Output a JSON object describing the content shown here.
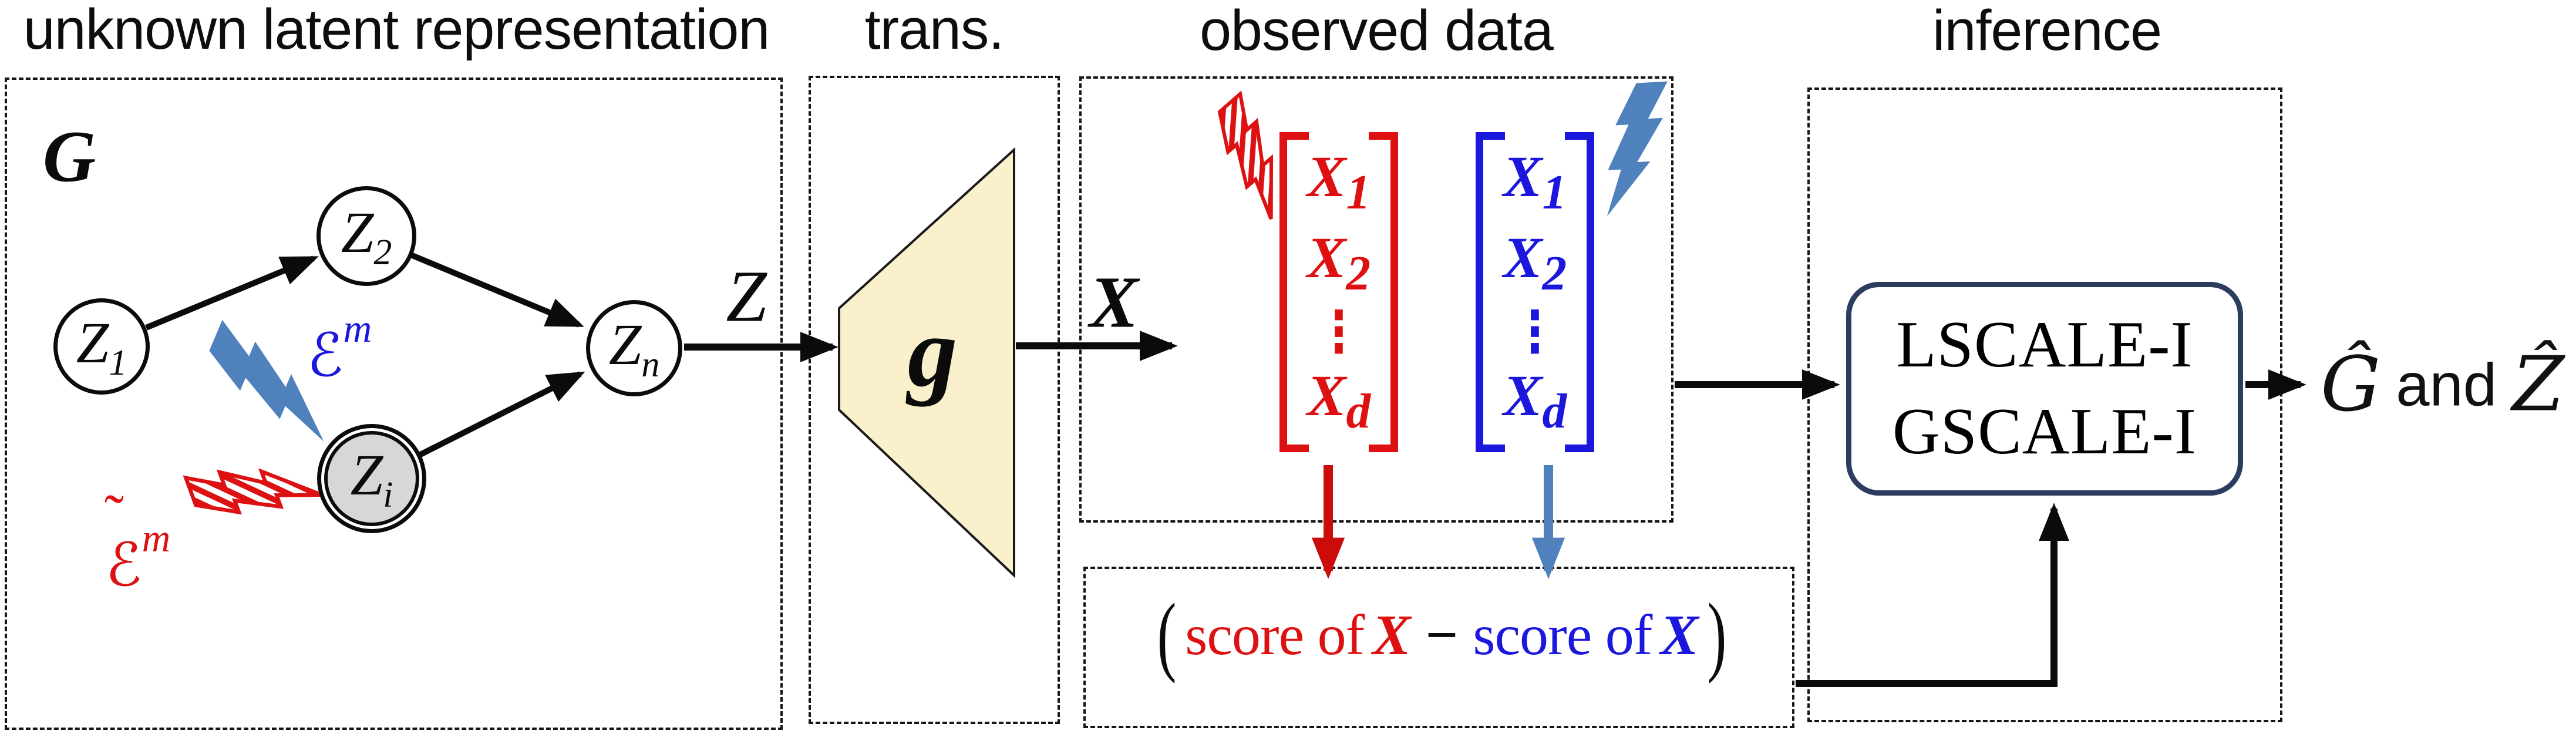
{
  "titles": {
    "latent": "unknown latent representation",
    "trans": "trans.",
    "observed": "observed data",
    "inference": "inference"
  },
  "latent": {
    "graph_label": "G",
    "nodes": [
      {
        "base": "Z",
        "sub": "1"
      },
      {
        "base": "Z",
        "sub": "2"
      },
      {
        "base": "Z",
        "sub": "n"
      },
      {
        "base": "Z",
        "sub": "i"
      }
    ],
    "edges": [
      "Z1→Z2",
      "Z2→Zn",
      "Zi→Zn"
    ],
    "noise_blue": {
      "base": "ℰ",
      "sup": "m"
    },
    "noise_red": {
      "accent": "˜",
      "base": "ℰ",
      "sup": "m"
    },
    "edge_output_label": "Z"
  },
  "trans": {
    "function_label": "g"
  },
  "observed": {
    "output_label": "X",
    "red_vector": {
      "e1": {
        "base": "X",
        "sub": "1"
      },
      "e2": {
        "base": "X",
        "sub": "2"
      },
      "dots": "⋮",
      "ed": {
        "base": "X",
        "sub": "d"
      }
    },
    "blue_vector": {
      "e1": {
        "base": "X",
        "sub": "1"
      },
      "e2": {
        "base": "X",
        "sub": "2"
      },
      "dots": "⋮",
      "ed": {
        "base": "X",
        "sub": "d"
      }
    }
  },
  "score": {
    "open": "(",
    "red_text": "score of",
    "red_var": "X",
    "minus": "−",
    "blue_text": "score of",
    "blue_var": "X",
    "close": ")"
  },
  "inference": {
    "algorithms": [
      "LSCALE-I",
      "GSCALE-I"
    ]
  },
  "output": {
    "g_hat": "Ĝ",
    "and": "and",
    "z_hat": "Ẑ"
  },
  "icons": [
    "blue-lightning-icon",
    "red-hatched-lightning-icon"
  ],
  "colors": {
    "red": "#dd1111",
    "blue": "#1b17dd",
    "steel": "#4f81bd",
    "navy": "#2b3c5e",
    "cream": "#faf0cc",
    "gray": "#d7d7d7",
    "ink": "#0b0b0b"
  }
}
